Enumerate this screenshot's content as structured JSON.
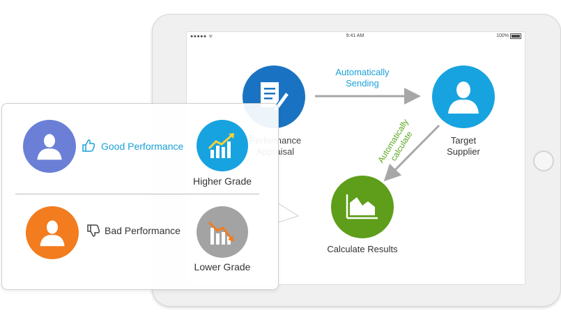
{
  "status_bar": {
    "signal": "●●●●● ᯤ",
    "time": "9:41 AM",
    "battery": "100%"
  },
  "flow": {
    "appraisal_label": "Performance\nAppraisal",
    "target_label": "Target\nSupplier",
    "auto_sending": "Automatically\nSending",
    "auto_calculate": "Automatically\ncalculate",
    "results_label": "Calculate Results"
  },
  "panel": {
    "good": {
      "text": "Good Performance",
      "grade": "Higher Grade"
    },
    "bad": {
      "text": "Bad Performance",
      "grade": "Lower Grade"
    }
  },
  "colors": {
    "blue": "#1a73c2",
    "cyan": "#17a3e0",
    "green": "#5e9e1a",
    "purple": "#6b7fd6",
    "orange": "#f27c1e",
    "gray": "#a3a3a3",
    "text_blue": "#1aa0d8",
    "text_green": "#5aa620"
  }
}
